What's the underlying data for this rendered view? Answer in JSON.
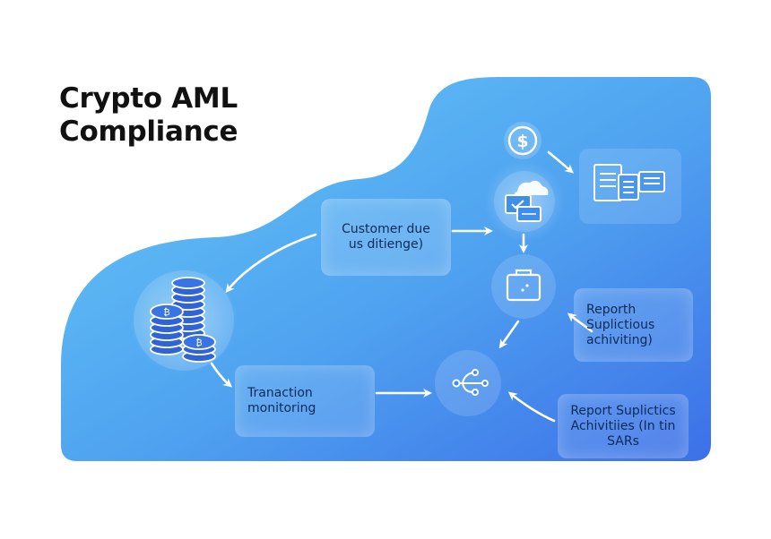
{
  "title": {
    "line1": "Crypto AML",
    "line2": "Compliance"
  },
  "nodes": {
    "customer_due_diligence": {
      "line1": "Customer due",
      "line2": "us ditienge)"
    },
    "transaction_monitoring": {
      "line1": "Tranaction",
      "line2": "monitoring"
    },
    "report_suspicious_1": {
      "line1": "Reporth",
      "line2": "Suplictious",
      "line3": "achiviting)"
    },
    "report_suspicious_2": {
      "line1": "Report Suplictics",
      "line2": "Achivitiies (In tin",
      "line3": "SARs"
    }
  },
  "icons": [
    "dollar-coin-icon",
    "documents-icon",
    "cloud-computer-icon",
    "briefcase-icon",
    "coin-stacks-icon",
    "network-nodes-icon"
  ],
  "colors": {
    "panel_top_left": "#5fc2f5",
    "panel_bottom_right": "#3f78ea",
    "title_text": "#111111",
    "card_text": "#0d2a57",
    "arrow": "#ffffff"
  }
}
